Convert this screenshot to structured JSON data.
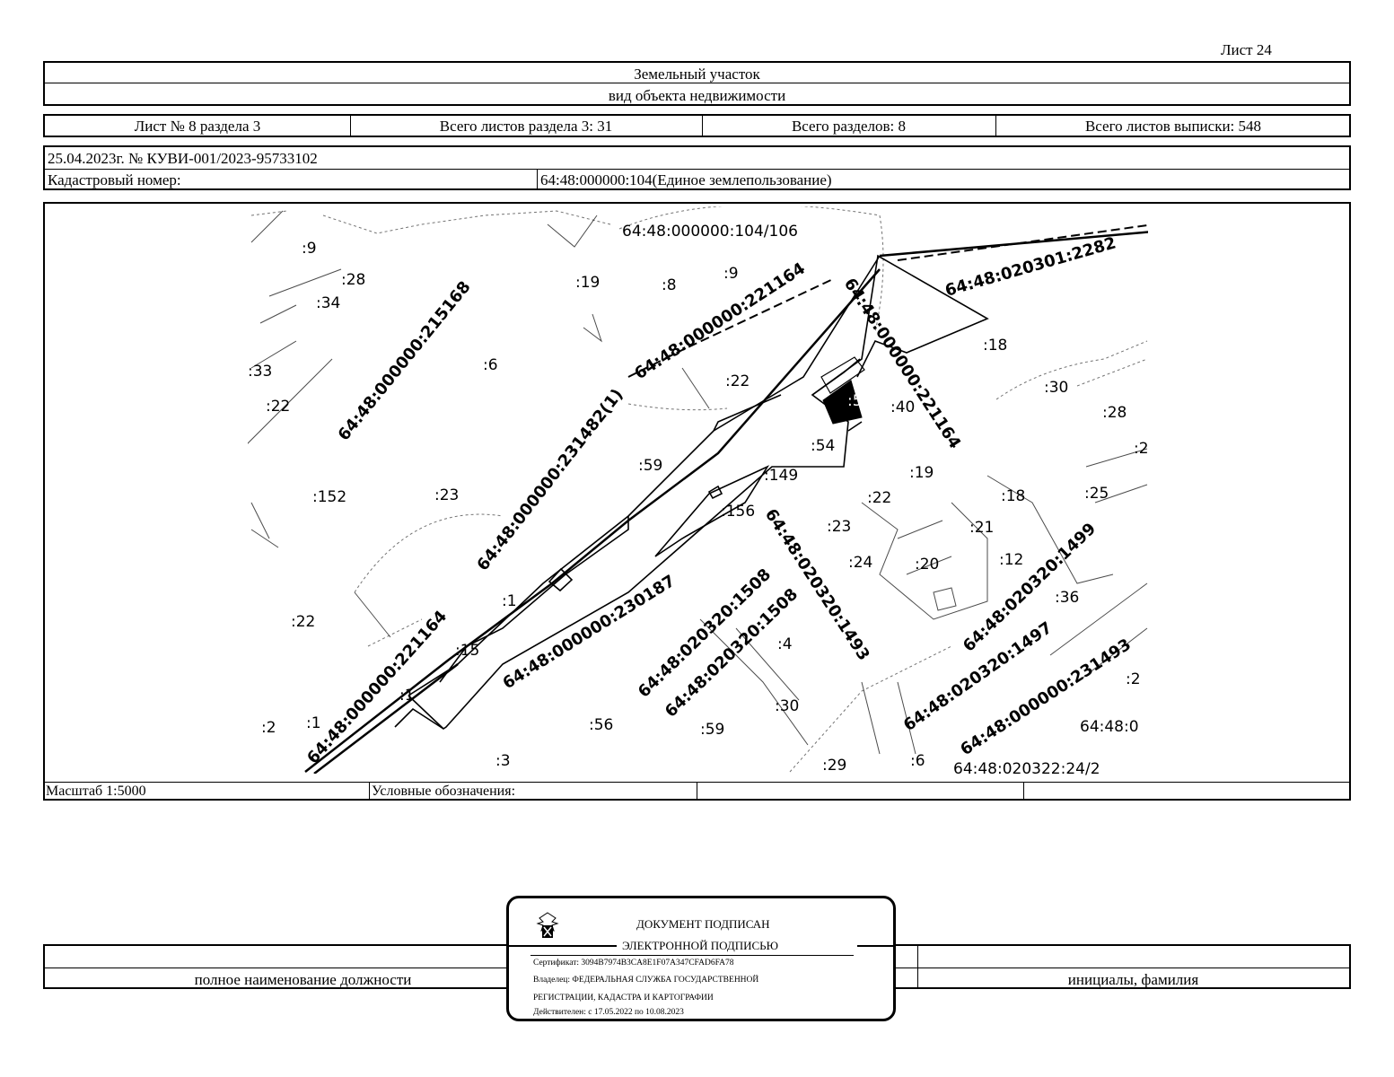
{
  "sheet_label": "Лист 24",
  "header": {
    "title": "Земельный участок",
    "subtitle": "вид объекта недвижимости"
  },
  "sheet_info": {
    "sheet_of_section": "Лист № 8 раздела 3",
    "total_sheets_section": "Всего листов раздела 3: 31",
    "total_sections": "Всего разделов: 8",
    "total_sheets_extract": "Всего листов выписки: 548"
  },
  "record": {
    "date_number": "25.04.2023г. № КУВИ-001/2023-95733102",
    "cadastral_label": "Кадастровый номер:",
    "cadastral_value": "64:48:000000:104(Единое землепользование)"
  },
  "map": {
    "labels": [
      ":9",
      ":28",
      ":34",
      ":33",
      ":22",
      ":6",
      ":19",
      ":8",
      ":9",
      ":22",
      ":18",
      ":30",
      ":28",
      ":40",
      ":56",
      ":54",
      ":59",
      ":149",
      ":152",
      ":23",
      ":156",
      ":19",
      ":22",
      ":18",
      ":25",
      ":23",
      ":21",
      ":24",
      ":20",
      ":12",
      ":36",
      ":1",
      ":22",
      ":15",
      ":4",
      ":30",
      ":1",
      ":2",
      ":1",
      ":56",
      ":59",
      ":3",
      ":29",
      ":6",
      ":2",
      ":2",
      "64:48:0",
      "64:48:000000:104/106",
      "64:48:020322:24/2"
    ],
    "rotated_labels": [
      "64:48:000000:215168",
      "64:48:000000:221164",
      "64:48:000000:221164",
      "64:48:020301:2282",
      "64:48:000000:231482(1)",
      "64:48:000000:230187",
      "64:48:000000:221164",
      "64:48:020320:1508",
      "64:48:020320:1508",
      "64:48:020320:1493",
      "64:48:020320:1499",
      "64:48:020320:1497",
      "64:48:000000:231493"
    ]
  },
  "legend": {
    "scale": "Масштаб 1:5000",
    "legend_label": "Условные обозначения:",
    "legend_value_1": "",
    "legend_value_2": ""
  },
  "signature": {
    "position_caption": "полное наименование должности",
    "name_caption": "инициалы, фамилия"
  },
  "stamp": {
    "line1": "ДОКУМЕНТ ПОДПИСАН",
    "line2": "ЭЛЕКТРОННОЙ ПОДПИСЬЮ",
    "certificate": "Сертификат: 3094B7974B3CA8E1F07A347CFAD6FA78",
    "owner": "Владелец: ФЕДЕРАЛЬНАЯ СЛУЖБА ГОСУДАРСТВЕННОЙ",
    "owner2": "РЕГИСТРАЦИИ, КАДАСТРА И КАРТОГРАФИИ",
    "validity": "Действителен: с 17.05.2022 по 10.08.2023"
  }
}
